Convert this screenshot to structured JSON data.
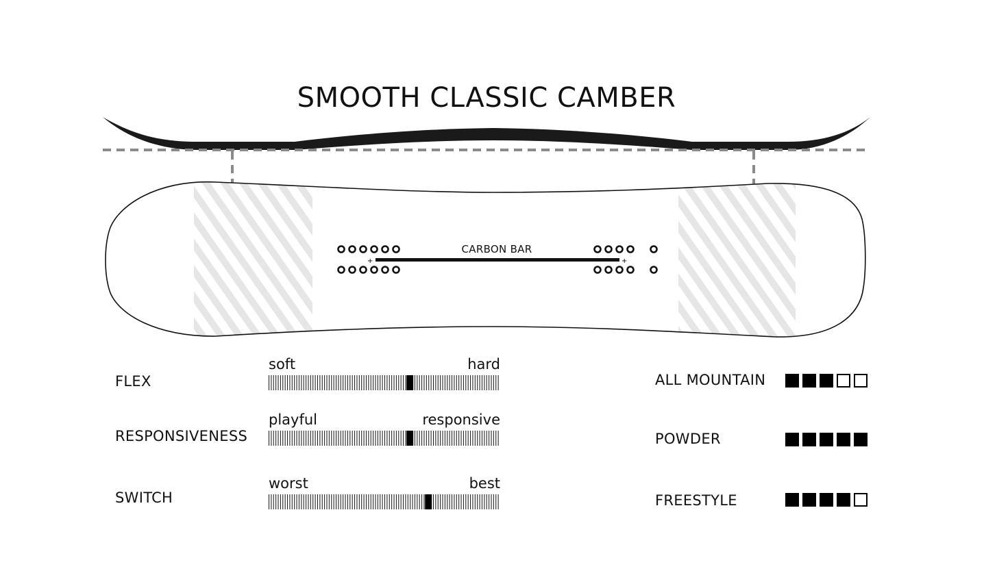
{
  "title": "SMOOTH CLASSIC CAMBER",
  "board": {
    "carbon_bar_label": "CARBON BAR"
  },
  "ratings": [
    {
      "label": "FLEX",
      "low": "soft",
      "high": "hard",
      "value": 0.61
    },
    {
      "label": "RESPONSIVENESS",
      "low": "playful",
      "high": "responsive",
      "value": 0.61
    },
    {
      "label": "SWITCH",
      "low": "worst",
      "high": "best",
      "value": 0.69
    }
  ],
  "usage": [
    {
      "label": "ALL MOUNTAIN",
      "score": 3,
      "max": 5
    },
    {
      "label": "POWDER",
      "score": 5,
      "max": 5
    },
    {
      "label": "FREESTYLE",
      "score": 4,
      "max": 5
    }
  ],
  "colors": {
    "ink": "#111111",
    "dashed_line": "#8a8a8a",
    "stripe": "#e6e6e6"
  }
}
